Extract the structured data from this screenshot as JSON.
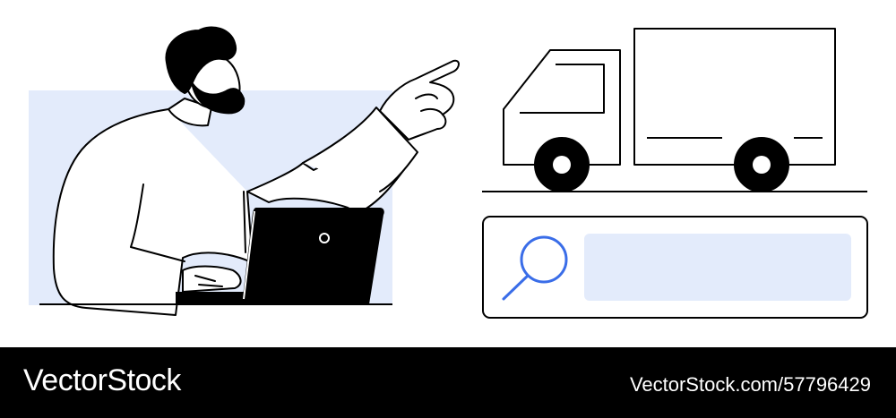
{
  "colors": {
    "accent_blue": "#3a6de8",
    "panel_blue": "#e3ebfb",
    "ink": "#000000",
    "paper": "#ffffff"
  },
  "icons": [
    "person-figure",
    "laptop-icon",
    "truck-icon",
    "search-icon"
  ],
  "footer": {
    "brand": "VectorStock",
    "image_ref": "VectorStock.com/57796429"
  }
}
